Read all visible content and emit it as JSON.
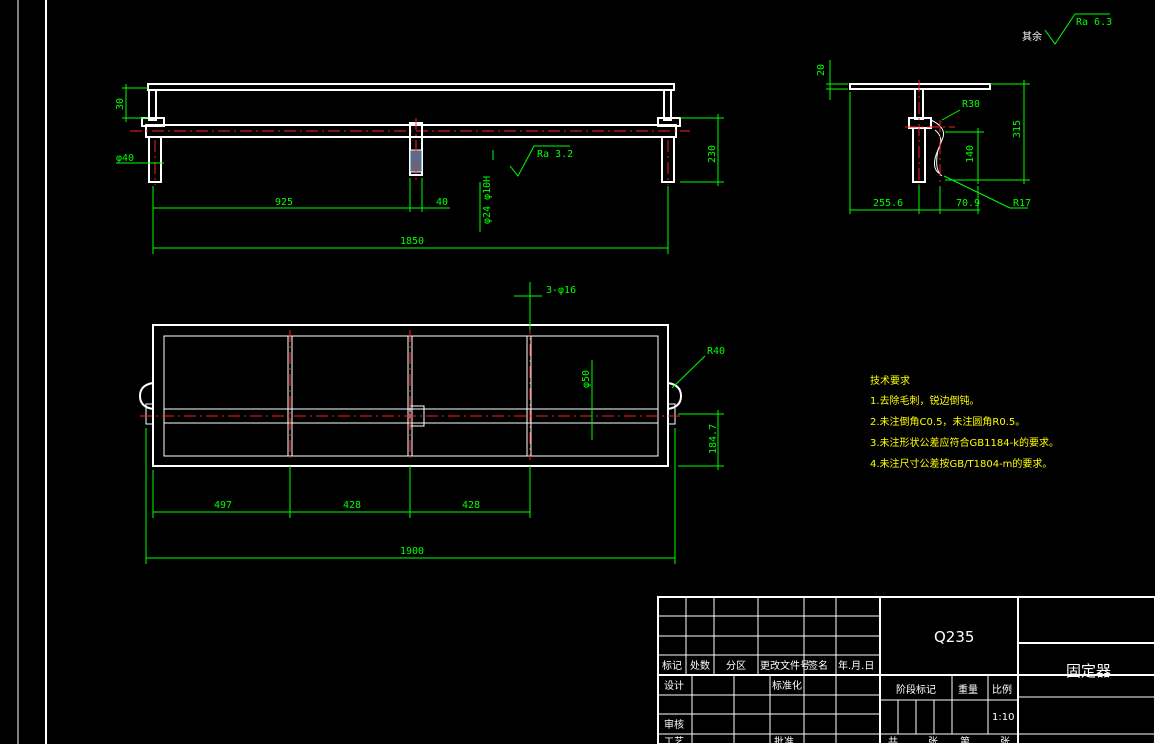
{
  "drawing": {
    "surface_roughness_other": "其余",
    "surface_roughness_other_value": "Ra 6.3",
    "front_view": {
      "dims": {
        "top_height": "30",
        "leg_dia": "φ40",
        "left_span": "925",
        "hole_width": "40",
        "overall_length": "1850",
        "total_height": "230",
        "roughness": "Ra 3.2",
        "pin_dia": "φ24 φ10H"
      }
    },
    "side_view": {
      "dims": {
        "plate_thickness": "20",
        "radius_top": "R30",
        "height_315": "315",
        "height_140": "140",
        "offset_2556": "255.6",
        "offset_709": "70.9",
        "radius_bottom": "R17"
      }
    },
    "plan_view": {
      "dims": {
        "holes": "3-φ16",
        "radius": "R40",
        "dia_50": "φ50",
        "width_1847": "184.7",
        "span_497": "497",
        "span_428a": "428",
        "span_428b": "428",
        "overall_1900": "1900"
      }
    },
    "tech_notes": {
      "heading": "技术要求",
      "lines": [
        "1.去除毛刺，锐边倒钝。",
        "2.未注倒角C0.5，未注圆角R0.5。",
        "3.未注形状公差应符合GB1184-k的要求。",
        "4.未注尺寸公差按GB/T1804-m的要求。"
      ]
    }
  },
  "title_block": {
    "material": "Q235",
    "part_name": "固定器",
    "header_labels": [
      "标记",
      "处数",
      "分区",
      "更改文件号",
      "签名",
      "年.月.日"
    ],
    "design": "设计",
    "standardization": "标准化",
    "review": "审核",
    "process": "工艺",
    "approve": "批准",
    "stage_mark": "阶段标记",
    "weight": "重量",
    "scale_label": "比例",
    "scale_value": "1:10",
    "total": "共",
    "sheets": "张",
    "sheet_no": "第",
    "sheets2": "张"
  }
}
